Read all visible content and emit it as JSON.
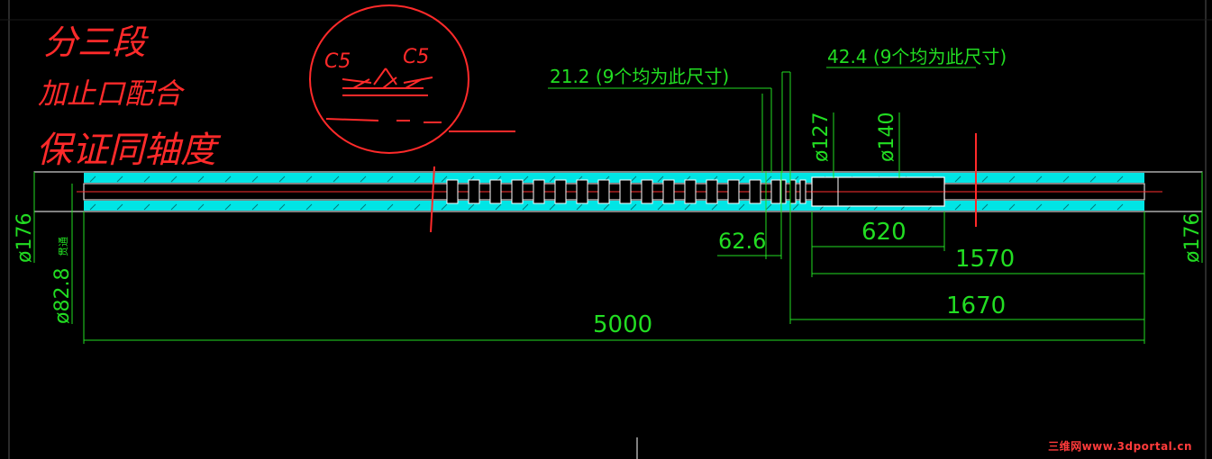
{
  "annotations": {
    "handwritten_line1": "分三段",
    "handwritten_line2": "加止口配合",
    "handwritten_line3": "保证同轴度",
    "circle_chamfer_left": "C5",
    "circle_chamfer_right": "C5"
  },
  "dimensions": {
    "top_small": "21.2 (9个均为此尺寸)",
    "top_large": "42.4 (9个均为此尺寸)",
    "dia_127": "ø127",
    "dia_140": "ø140",
    "dia_176_left": "ø176",
    "dia_176_right": "ø176",
    "dia_82_8": "ø82.8",
    "dia_82_8_suffix": "贯通",
    "len_62_6": "62.6",
    "len_620": "620",
    "len_1570": "1570",
    "len_1670": "1670",
    "len_5000": "5000"
  },
  "watermark": "三维网www.3dportal.cn",
  "colors": {
    "background": "#000000",
    "dimension": "#22dd22",
    "shaft_wall": "#00e5e5",
    "annotation": "#ff2a2a",
    "outline": "#ffffff"
  }
}
